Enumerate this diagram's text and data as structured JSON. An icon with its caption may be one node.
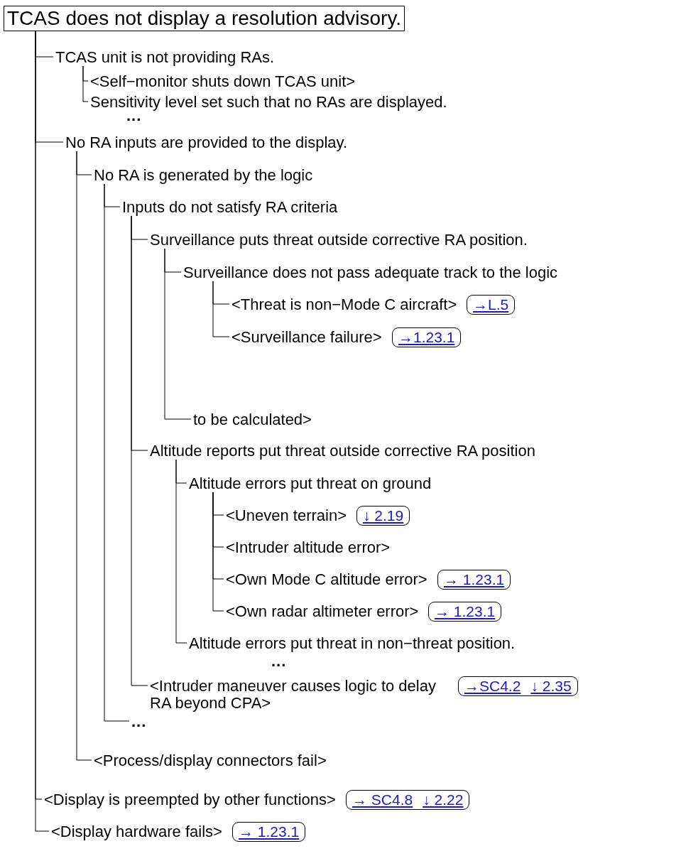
{
  "diagram": {
    "nodes": [
      {
        "text": [
          "TCAS does not display a resolution advisory."
        ]
      },
      {
        "text": [
          "TCAS unit is not providing RAs."
        ]
      },
      {
        "text": [
          "<Self−monitor shuts down TCAS unit>"
        ]
      },
      {
        "text": [
          "Sensitivity level set such that no RAs are displayed."
        ]
      },
      {
        "text": [
          "No RA inputs are provided to the display."
        ]
      },
      {
        "text": [
          "No RA is generated by the logic"
        ]
      },
      {
        "text": [
          "Inputs do not satisfy RA criteria"
        ]
      },
      {
        "text": [
          "Surveillance puts threat outside corrective RA position."
        ]
      },
      {
        "text": [
          "Surveillance does not pass adequate track to the logic"
        ]
      },
      {
        "text": [
          "<Threat is non−Mode C aircraft>"
        ],
        "beside": [
          "→L.5"
        ]
      },
      {
        "text": [
          "<Surveillance failure>"
        ],
        "beside": [
          "→1.23.1"
        ]
      },
      {
        "text": [
          "to be calculated>"
        ]
      },
      {
        "text": [
          "Altitude reports put threat outside corrective RA position"
        ]
      },
      {
        "text": [
          "Altitude errors put threat on ground"
        ]
      },
      {
        "text": [
          "<Uneven terrain>"
        ],
        "beside": [
          "↓ 2.19"
        ]
      },
      {
        "text": [
          "<Intruder altitude error>"
        ]
      },
      {
        "text": [
          "<Own Mode C altitude error>"
        ],
        "beside": [
          "→ 1.23.1"
        ]
      },
      {
        "text": [
          "<Own radar altimeter error>"
        ],
        "beside": [
          "→ 1.23.1"
        ]
      },
      {
        "text": [
          "Altitude errors put threat in non−threat position."
        ]
      },
      {
        "text": [
          "<Intruder maneuver causes logic to delay RA beyond CPA>"
        ],
        "beside": [
          "→SC4.2",
          "↓ 2.35"
        ]
      },
      {
        "text": [
          "..."
        ]
      },
      {
        "text": [
          "<Process/display connectors fail>"
        ]
      },
      {
        "text": [
          "<Display is preempted by other functions>"
        ],
        "beside": [
          "→ SC4.8",
          "↓ 2.22"
        ]
      },
      {
        "text": [
          "<Display hardware fails>"
        ],
        "beside": [
          "→ 1.23.1"
        ]
      }
    ],
    "edges": [
      {
        "from": 0,
        "to": 1,
        "arrow": "none"
      },
      {
        "from": 1,
        "to": 2,
        "arrow": "none"
      },
      {
        "from": 1,
        "to": 3,
        "arrow": "none"
      },
      {
        "from": 0,
        "to": 4,
        "arrow": "none"
      },
      {
        "from": 4,
        "to": 5,
        "arrow": "none"
      },
      {
        "from": 5,
        "to": 6,
        "arrow": "none"
      },
      {
        "from": 6,
        "to": 7,
        "arrow": "none"
      },
      {
        "from": 7,
        "to": 8,
        "arrow": "none"
      },
      {
        "from": 8,
        "to": 9,
        "arrow": "none"
      },
      {
        "from": 8,
        "to": 10,
        "arrow": "none"
      },
      {
        "from": 7,
        "to": 11,
        "arrow": "none"
      },
      {
        "from": 6,
        "to": 12,
        "arrow": "none"
      },
      {
        "from": 12,
        "to": 13,
        "arrow": "none"
      },
      {
        "from": 13,
        "to": 14,
        "arrow": "none"
      },
      {
        "from": 13,
        "to": 15,
        "arrow": "none"
      },
      {
        "from": 13,
        "to": 16,
        "arrow": "none"
      },
      {
        "from": 13,
        "to": 17,
        "arrow": "none"
      },
      {
        "from": 12,
        "to": 18,
        "arrow": "none"
      },
      {
        "from": 6,
        "to": 19,
        "arrow": "none"
      },
      {
        "from": 5,
        "to": 20,
        "arrow": "none"
      },
      {
        "from": 4,
        "to": 21,
        "arrow": "none"
      },
      {
        "from": 0,
        "to": 22,
        "arrow": "none"
      },
      {
        "from": 0,
        "to": 23,
        "arrow": "none"
      }
    ],
    "labels": [
      "...",
      "..."
    ]
  }
}
